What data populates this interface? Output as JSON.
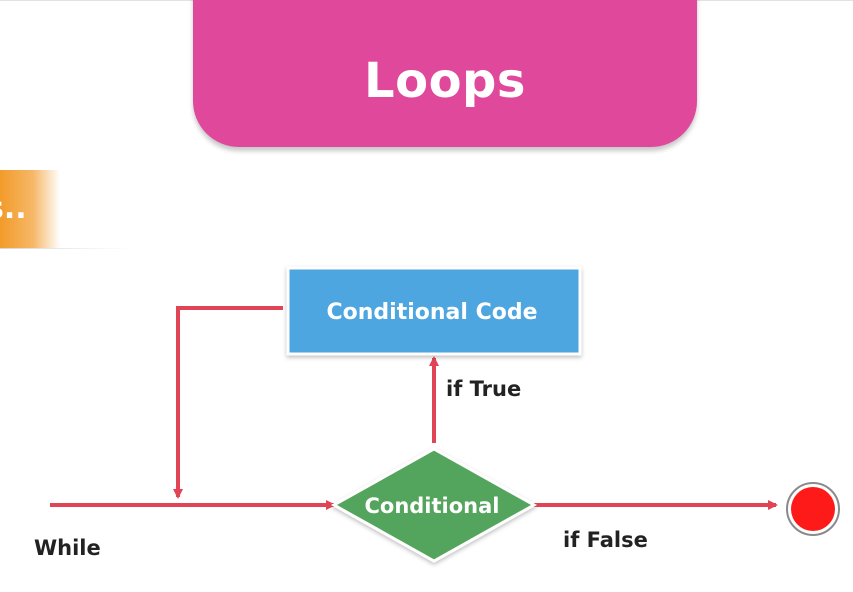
{
  "title": "Loops",
  "side_tab_text": "s..",
  "diagram": {
    "code_box_label": "Conditional Code",
    "condition_label": "Conditional",
    "true_label": "if True",
    "false_label": "if False",
    "loop_label": "While",
    "colors": {
      "title_bg": "#e0489c",
      "code_box": "#4ea6df",
      "condition": "#53a45c",
      "arrow": "#e04455",
      "end_node": "#ff1a1a",
      "side_tab": "#f29b2a"
    }
  }
}
